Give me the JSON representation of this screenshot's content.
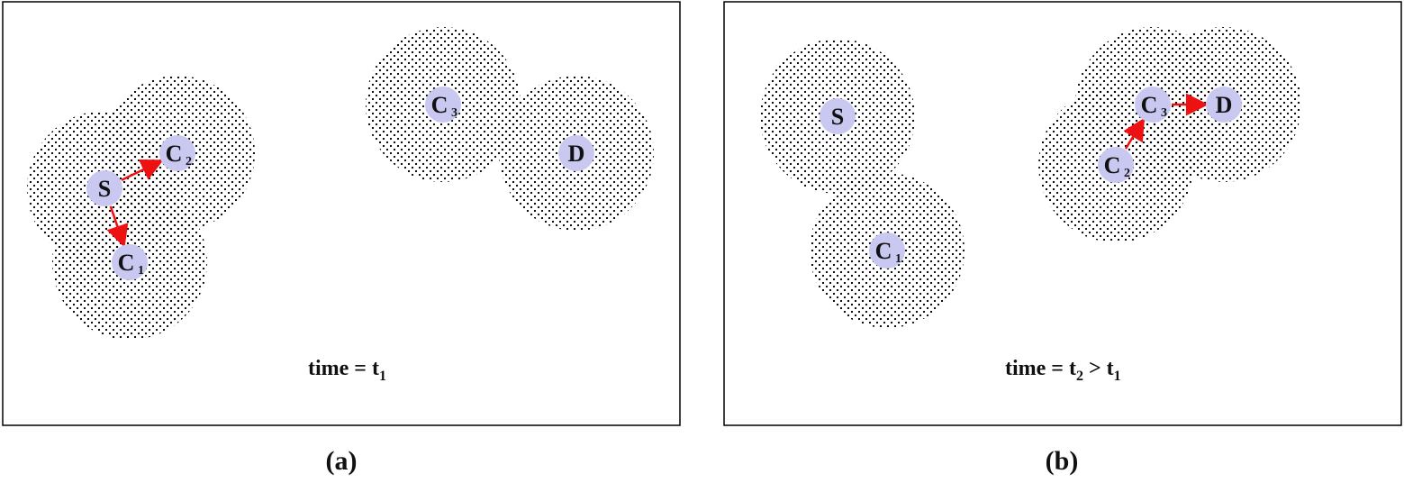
{
  "panels": [
    {
      "id": "a",
      "label": "(a)",
      "caption": {
        "prefix": "time = t",
        "sub1": "1",
        "mid": "",
        "sub2": ""
      },
      "nodes": [
        {
          "id": "S",
          "letter": "S",
          "sub": ""
        },
        {
          "id": "C2",
          "letter": "C",
          "sub": "2"
        },
        {
          "id": "C1",
          "letter": "C",
          "sub": "1"
        },
        {
          "id": "C3",
          "letter": "C",
          "sub": "3"
        },
        {
          "id": "D",
          "letter": "D",
          "sub": ""
        }
      ],
      "links": [
        {
          "from": "S",
          "to": "C2"
        },
        {
          "from": "S",
          "to": "C1"
        }
      ]
    },
    {
      "id": "b",
      "label": "(b)",
      "caption": {
        "prefix": "time = t",
        "sub1": "2",
        "mid": " > t",
        "sub2": "1"
      },
      "nodes": [
        {
          "id": "S",
          "letter": "S",
          "sub": ""
        },
        {
          "id": "C1",
          "letter": "C",
          "sub": "1"
        },
        {
          "id": "C2",
          "letter": "C",
          "sub": "2"
        },
        {
          "id": "C3",
          "letter": "C",
          "sub": "3"
        },
        {
          "id": "D",
          "letter": "D",
          "sub": ""
        }
      ],
      "links": [
        {
          "from": "C2",
          "to": "C3"
        },
        {
          "from": "C3",
          "to": "D"
        }
      ]
    }
  ],
  "colors": {
    "node_fill": "#c8c8f0",
    "arrow": "#ee1111",
    "dots": "#000000",
    "frame": "#000000"
  }
}
